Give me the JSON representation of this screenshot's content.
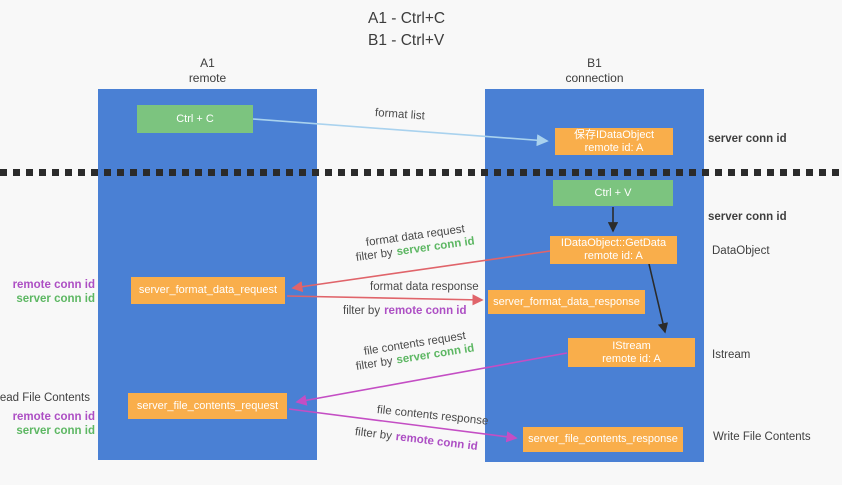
{
  "title": {
    "line1": "A1 - Ctrl+C",
    "line2": "B1 - Ctrl+V"
  },
  "lanes": {
    "left": {
      "header_line1": "A1",
      "header_line2": "remote"
    },
    "right": {
      "header_line1": "B1",
      "header_line2": "connection"
    }
  },
  "nodes": {
    "ctrl_c": "Ctrl + C",
    "ctrl_v": "Ctrl + V",
    "save_dataobject": {
      "line1": "保存IDataObject",
      "line2": "remote id: A"
    },
    "getdata": {
      "line1": "IDataObject::GetData",
      "line2": "remote id: A"
    },
    "istream": {
      "line1": "IStream",
      "line2": "remote id: A"
    },
    "format_request": "server_format_data_request",
    "format_response": "server_format_data_response",
    "file_request": "server_file_contents_request",
    "file_response": "server_file_contents_response"
  },
  "flow_labels": {
    "format_list": "format list",
    "format_data_request": "format data request",
    "format_data_response": "format data response",
    "file_contents_request": "file contents request",
    "file_contents_response": "file contents response",
    "filter_by": "filter by",
    "server_conn_id": "server conn id",
    "remote_conn_id": "remote conn id"
  },
  "side_labels": {
    "server_conn_id_top": "server conn id",
    "server_conn_id_mid": "server conn id",
    "dataobject": "DataObject",
    "istream": "Istream",
    "write_file_contents": "Write File Contents",
    "read_file_contents": "Read File Contents",
    "remote_conn_id": "remote conn id",
    "server_conn_id": "server conn id"
  },
  "colors": {
    "background": "#f8f8f8",
    "column_blue": "#4a80d4",
    "box_green": "#7cc47f",
    "box_orange": "#f9ae4b",
    "green_text": "#5db763",
    "purple_text": "#ad4fc4",
    "arrow_blue": "#a9d2ee",
    "arrow_red": "#e0646a",
    "arrow_magenta": "#c44ec4",
    "arrow_black": "#2b2b2b",
    "text_dark": "#3c3c3c"
  }
}
